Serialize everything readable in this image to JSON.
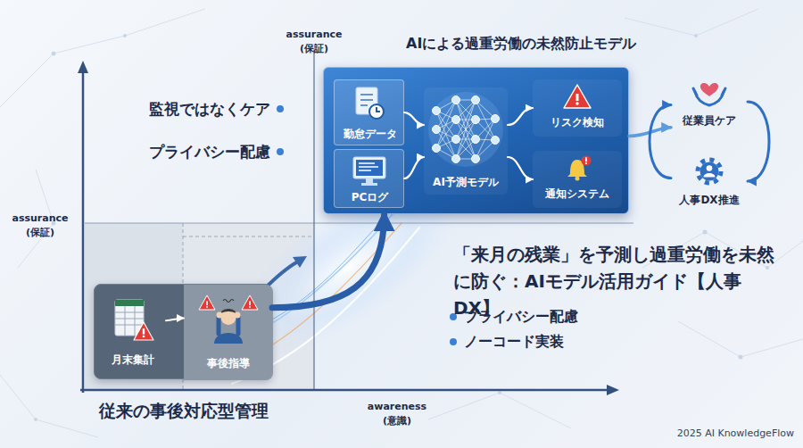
{
  "diagram": {
    "title": "「来月の残業」を予測し過重労働を未然に防ぐ：AIモデル活用ガイド【人事DX】",
    "nodes": [
      {
        "text": [
          "AIによる過重労働の未然防止モデル"
        ]
      },
      {
        "text": [
          "勤怠データ"
        ],
        "in": 0
      },
      {
        "text": [
          "PCログ"
        ],
        "in": 0
      },
      {
        "text": [
          "AI予測モデル"
        ],
        "in": 0
      },
      {
        "text": [
          "リスク検知"
        ],
        "in": 0
      },
      {
        "text": [
          "通知システム"
        ],
        "in": 0
      },
      {
        "text": [
          "従業員ケア"
        ]
      },
      {
        "text": [
          "人事DX推進"
        ]
      },
      {
        "text": [
          "従来の事後対応型管理"
        ]
      },
      {
        "text": [
          "月末集計"
        ],
        "in": 8
      },
      {
        "text": [
          "事後指導"
        ],
        "in": 8
      }
    ],
    "edges": [
      {
        "from": 1,
        "to": 3,
        "arrow": "to"
      },
      {
        "from": 2,
        "to": 3,
        "arrow": "to"
      },
      {
        "from": 3,
        "to": 4,
        "arrow": "to"
      },
      {
        "from": 3,
        "to": 5,
        "arrow": "to"
      },
      {
        "from": 0,
        "to": 6,
        "arrow": "to"
      },
      {
        "from": 6,
        "to": 7,
        "arrow": "to"
      },
      {
        "from": 7,
        "to": 6,
        "arrow": "to"
      },
      {
        "from": 9,
        "to": 10,
        "arrow": "to"
      },
      {
        "from": 8,
        "to": 0,
        "arrow": "to"
      }
    ],
    "labels": [
      "監視ではなくケア",
      "プライバシー配慮",
      "assurance (保証)",
      "assurance (保証)",
      "awareness (意識)",
      "プライバシー配慮",
      "ノーコード実装",
      "2025 AI KnowledgeFlow"
    ]
  }
}
